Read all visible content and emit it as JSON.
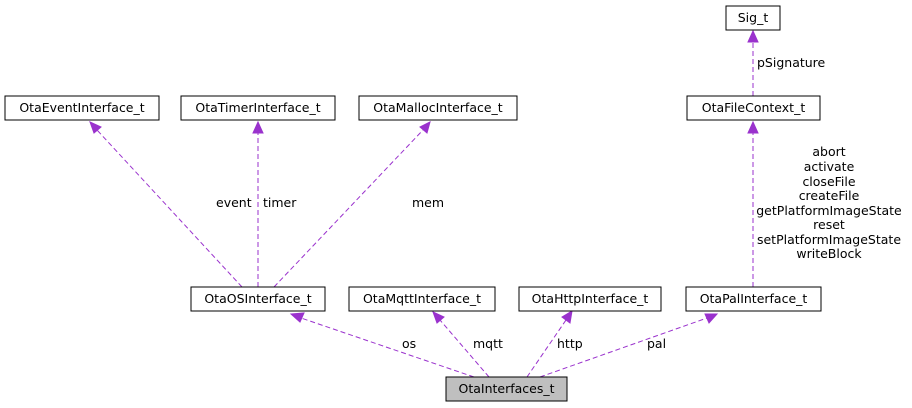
{
  "colors": {
    "edge": "#9a32cd",
    "node_fill": "#ffffff",
    "root_fill": "#bfbfbf",
    "border": "#000000"
  },
  "nodes": {
    "root": "OtaInterfaces_t",
    "os_interface": "OtaOSInterface_t",
    "mqtt_interface": "OtaMqttInterface_t",
    "http_interface": "OtaHttpInterface_t",
    "pal_interface": "OtaPalInterface_t",
    "event_interface": "OtaEventInterface_t",
    "timer_interface": "OtaTimerInterface_t",
    "malloc_interface": "OtaMallocInterface_t",
    "file_context": "OtaFileContext_t",
    "sig": "Sig_t"
  },
  "edges": {
    "os": "os",
    "mqtt": "mqtt",
    "http": "http",
    "pal": "pal",
    "event": "event",
    "timer": "timer",
    "mem": "mem",
    "p_signature": "pSignature",
    "pal_functions": [
      "abort",
      "activate",
      "closeFile",
      "createFile",
      "getPlatformImageState",
      "reset",
      "setPlatformImageState",
      "writeBlock"
    ]
  }
}
